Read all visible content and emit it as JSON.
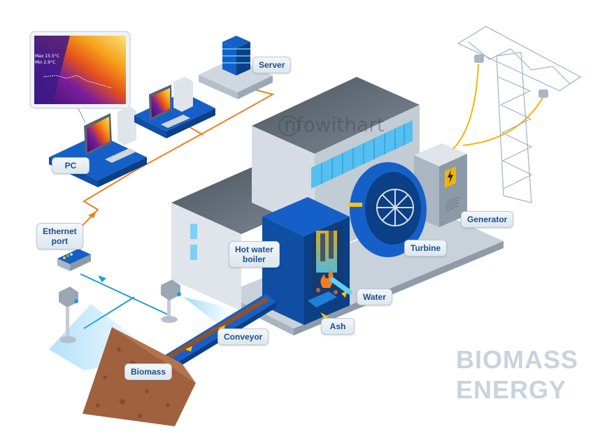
{
  "title": {
    "line1": "BIOMASS",
    "line2": "ENERGY"
  },
  "watermark": "nfowithart",
  "thermal_readout": {
    "max": "Max  15.5°C",
    "min": "Min   2.9°C"
  },
  "labels": {
    "server": "Server",
    "pc": "PC",
    "ethernet_port": "Ethernet\nport",
    "hot_water_boiler": "Hot water\nboiler",
    "turbine": "Turbine",
    "generator": "Generator",
    "water": "Water",
    "ash": "Ash",
    "conveyor": "Conveyor",
    "biomass": "Biomass"
  },
  "colors": {
    "network_line": "#f07f1e",
    "camera_line": "#1e9be0",
    "power_line": "#f5b400",
    "equipment_blue": "#1560c8",
    "building_gray": "#c7d0d8",
    "biomass_brown": "#a0613e",
    "title_gray": "#c9d3dc"
  }
}
